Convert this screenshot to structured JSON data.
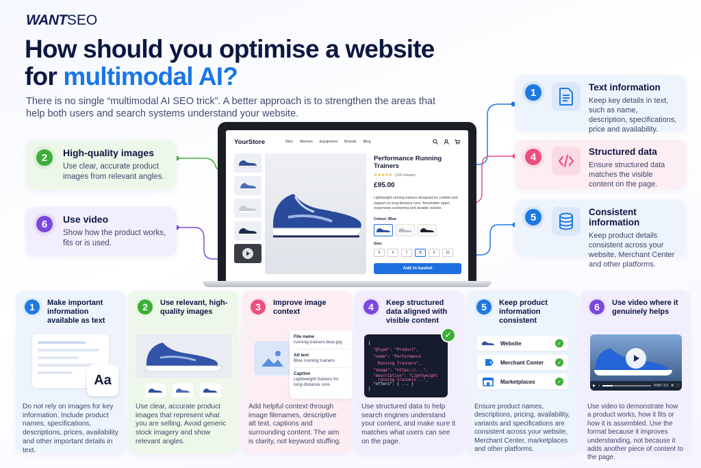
{
  "logo": {
    "want": "WANT",
    "seo": "SEO"
  },
  "headline": {
    "line1": "How should you optimise a website",
    "line2_plain": "for ",
    "line2_accent": "multimodal AI?"
  },
  "intro": "There is no single “multimodal AI SEO trick”. A better approach is to strengthen the areas that help both users and search systems understand your website.",
  "colors": {
    "green": "#3dae37",
    "purple": "#7b48de",
    "blue": "#1e78e0",
    "pink": "#ea4f7d",
    "navy": "#0b1642",
    "accent": "#1977e6"
  },
  "left_cards": [
    {
      "num": "2",
      "title": "High-quality images",
      "text": "Use clear, accurate product images from relevant angles."
    },
    {
      "num": "6",
      "title": "Use video",
      "text": "Show how the product works, fits or is used."
    }
  ],
  "right_cards": [
    {
      "num": "1",
      "icon": "document-icon",
      "title": "Text information",
      "text": "Keep key details in text, such as name, description, specifications, price and availability."
    },
    {
      "num": "4",
      "icon": "code-icon",
      "title": "Structured data",
      "text": "Ensure structured data matches the visible content on the page."
    },
    {
      "num": "5",
      "icon": "database-icon",
      "title": "Consistent information",
      "text": "Keep product details consistent across your website, Merchant Center and other platforms."
    }
  ],
  "store": {
    "brand": "YourStore",
    "nav": [
      "Men",
      "Women",
      "Equipment",
      "Brands",
      "Blog"
    ],
    "product_title": "Performance Running Trainers",
    "stars": "★★★★★",
    "reviews": "(128 reviews)",
    "price": "£95.00",
    "description": "Lightweight running trainers designed for comfort and support on long-distance runs. Breathable upper, responsive cushioning and durable outsole.",
    "colour_label": "Colour: Blue",
    "size_label": "Size:",
    "sizes": [
      "6",
      "6",
      "7",
      "8",
      "9",
      "10"
    ],
    "add_button": "Add to basket"
  },
  "bottom_cards": [
    {
      "num": "1",
      "title": "Make important information available as text",
      "text": "Do not rely on images for key information. Include product names, specifications, descriptions, prices, availability and other important details in text.",
      "visual_label": "Aa"
    },
    {
      "num": "2",
      "title": "Use relevant, high-quality images",
      "text": "Use clear, accurate product images that represent what you are selling. Avoid generic stock imagery and show relevant angles."
    },
    {
      "num": "3",
      "title": "Improve image context",
      "text": "Add helpful context through image filenames, descriptive alt text, captions and surrounding content. The aim is clarity, not keyword stuffing.",
      "meta": [
        {
          "label": "File name",
          "value": "running-trainers-blue.jpg"
        },
        {
          "label": "Alt text",
          "value": "Blue running trainers"
        },
        {
          "label": "Caption",
          "value": "Lightweight trainers for long-distance runs"
        }
      ]
    },
    {
      "num": "4",
      "title": "Keep structured data aligned with visible content",
      "text": "Use structured data to help search engines understand your content, and make sure it matches what users can see on the page.",
      "code": [
        "{",
        "  \"@type\": \"Product\",",
        "  \"name\": \"Performance",
        "    Running Trainers\",",
        "  \"image\": \"https://...\",",
        "  \"description\": \"Lightweight",
        "    running trainers...\",",
        "  \"offers\": { ... }",
        "}"
      ]
    },
    {
      "num": "5",
      "title": "Keep product information consistent",
      "text": "Ensure product names, descriptions, pricing, availability, variants and specifications are consistent across your website, Merchant Center, marketplaces and other platforms.",
      "rows": [
        "Website",
        "Merchant Center",
        "Marketplaces"
      ]
    },
    {
      "num": "6",
      "title": "Use video where it genuinely helps",
      "text": "Use video to demonstrate how a product works, how it fits or how it is assembled. Use the format because it improves understanding, not because it adds another piece of content to the page.",
      "video_time": "0:00 / 1:0"
    }
  ]
}
